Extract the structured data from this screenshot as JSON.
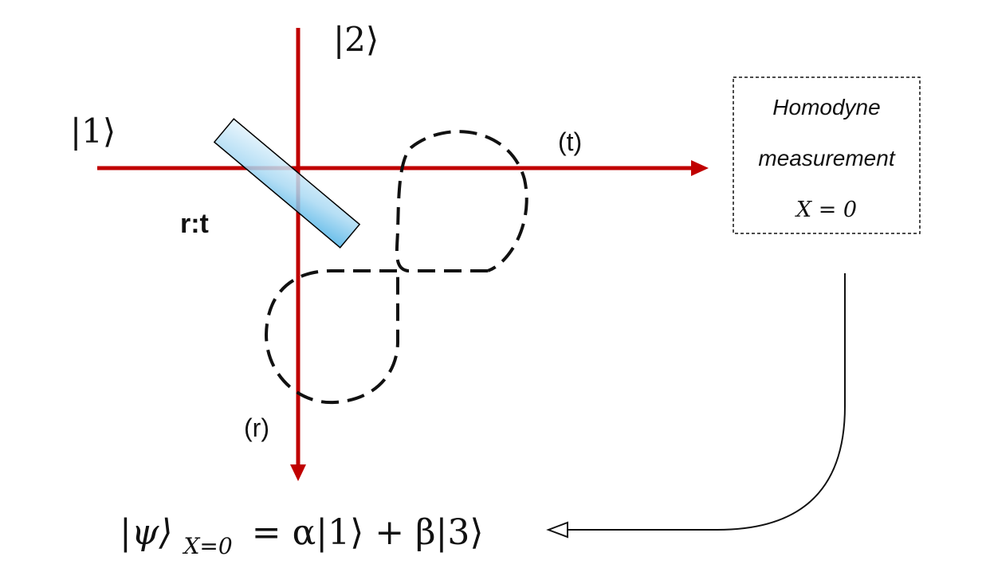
{
  "diagram": {
    "inputs": {
      "mode1": "|1⟩",
      "mode2": "|2⟩"
    },
    "beam_splitter": {
      "label": "r:t"
    },
    "outputs": {
      "transmitted": "(t)",
      "reflected": "(r)"
    },
    "detector": {
      "line1": "Homodyne",
      "line2": "measurement",
      "result": "X = 0"
    },
    "result_state": {
      "ket_psi": "|ψ⟩",
      "subscript": "X=0",
      "rhs": "= α|1⟩ + β|3⟩"
    },
    "colors": {
      "beam": "#c00000",
      "splitter_light": "#dceffa",
      "splitter_dark": "#5bb8e6",
      "loop": "#111111"
    }
  }
}
